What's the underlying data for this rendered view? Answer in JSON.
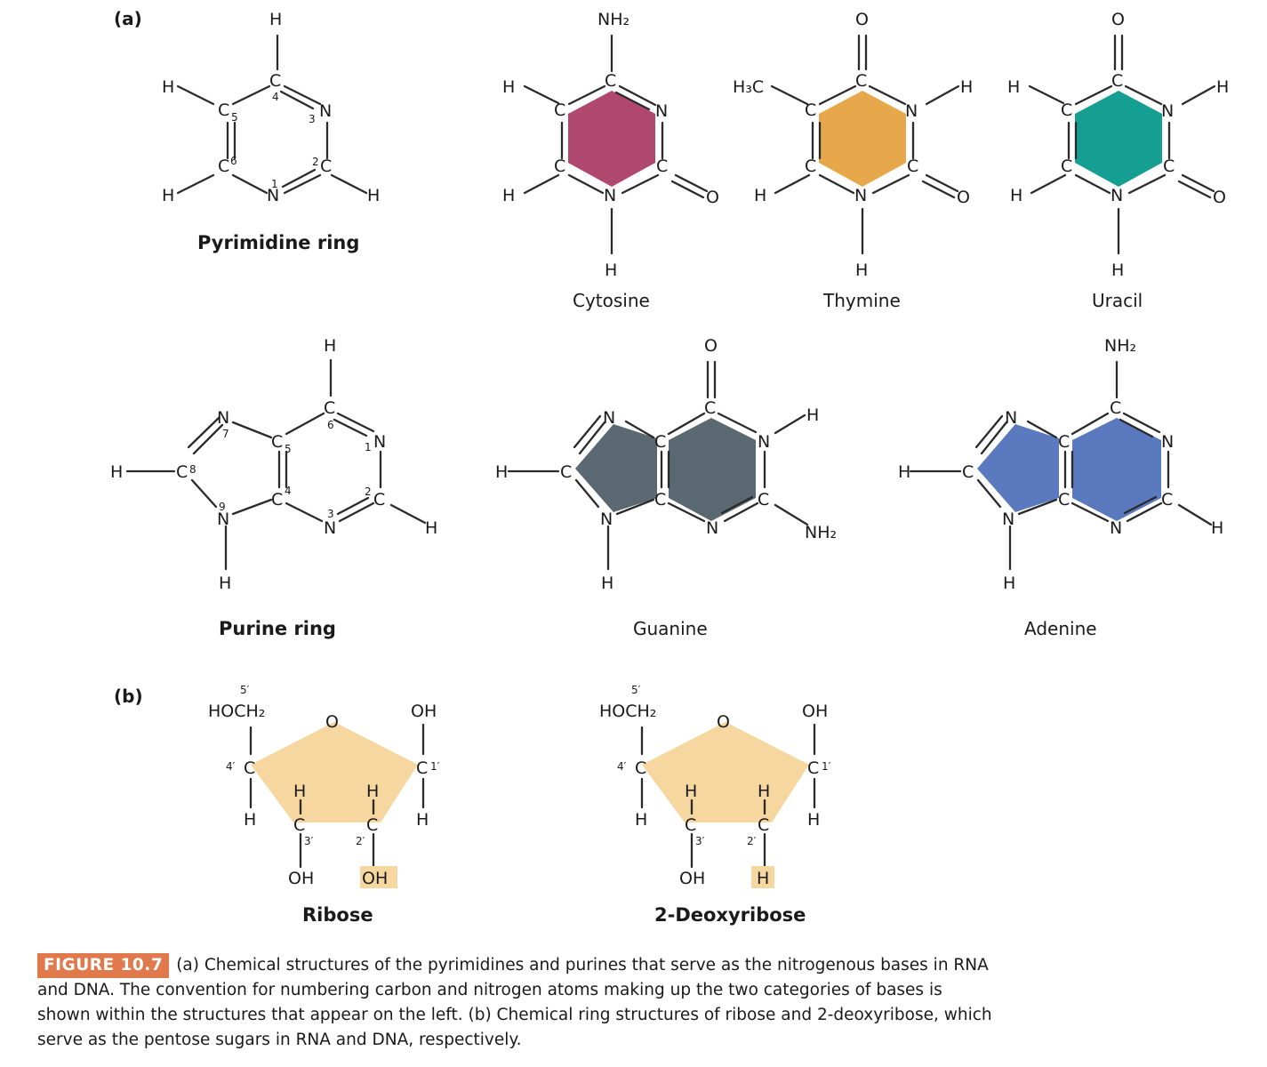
{
  "panels": {
    "a": "(a)",
    "b": "(b)"
  },
  "molecules": {
    "pyrimidine": {
      "title": "Pyrimidine ring"
    },
    "cytosine": {
      "name": "Cytosine",
      "color": "#b0476f"
    },
    "thymine": {
      "name": "Thymine",
      "color": "#e6a84a"
    },
    "uracil": {
      "name": "Uracil",
      "color": "#159f93"
    },
    "purine": {
      "title": "Purine ring"
    },
    "guanine": {
      "name": "Guanine",
      "color": "#5a6872"
    },
    "adenine": {
      "name": "Adenine",
      "color": "#5b79bf"
    },
    "ribose": {
      "title": "Ribose",
      "highlight": "OH",
      "color": "#f6d79f"
    },
    "deoxyribose": {
      "title": "2-Deoxyribose",
      "highlight": "H",
      "color": "#f6d79f"
    }
  },
  "atoms": {
    "H": "H",
    "C": "C",
    "N": "N",
    "O": "O",
    "NH2": "NH₂",
    "H3C": "H₃C",
    "HOCH2": "HOCH₂",
    "OH": "OH"
  },
  "numbers": {
    "n1": "1",
    "n2": "2",
    "n3": "3",
    "n4": "4",
    "n5": "5",
    "n6": "6",
    "n7": "7",
    "n8": "8",
    "n9": "9",
    "p1": "1′",
    "p2": "2′",
    "p3": "3′",
    "p4": "4′",
    "p5": "5′"
  },
  "caption": {
    "tag": "FIGURE 10.7",
    "text": "(a) Chemical structures of the pyrimidines and purines that serve as the nitrogenous bases in RNA and DNA. The convention for numbering carbon and nitrogen atoms making up the two categories of bases is shown within the structures that appear on the left. (b) Chemical ring structures of ribose and 2-deoxyribose, which serve as the pentose sugars in RNA and DNA, respectively."
  }
}
